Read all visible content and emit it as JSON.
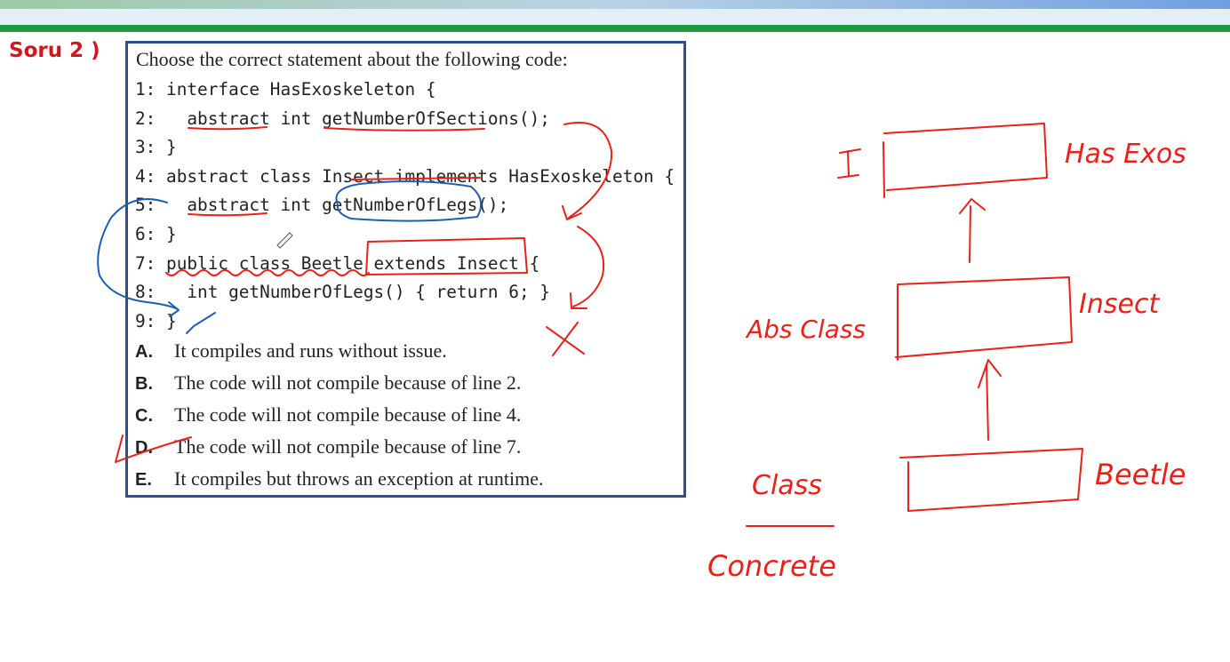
{
  "question_label": "Soru 2 )",
  "prompt": "Choose the correct statement about the following code:",
  "code_lines": [
    "1: interface HasExoskeleton {",
    "2:   abstract int getNumberOfSections();",
    "3: }",
    "4: abstract class Insect implements HasExoskeleton {",
    "5:   abstract int getNumberOfLegs();",
    "6: }",
    "7: public class Beetle extends Insect {",
    "8:   int getNumberOfLegs() { return 6; }",
    "9: }"
  ],
  "options": [
    {
      "letter": "A.",
      "text": "It compiles and runs without issue."
    },
    {
      "letter": "B.",
      "text": "The code will not compile because of line 2."
    },
    {
      "letter": "C.",
      "text": "The code will not compile because of line 4."
    },
    {
      "letter": "D.",
      "text": "The code will not compile because of line 7."
    },
    {
      "letter": "E.",
      "text": "It compiles but throws an exception at runtime."
    }
  ],
  "handwriting": {
    "interface_marker": "I",
    "has_exos": "Has Exos",
    "insect": "Insect",
    "abs_class": "Abs Class",
    "beetle": "Beetle",
    "class_label": "Class",
    "concrete": "Concrete"
  },
  "colors": {
    "ink_red": "#e8211b",
    "ink_blue": "#1f5fb3",
    "box_border": "#2b4f8f",
    "label_red": "#d2161e"
  }
}
